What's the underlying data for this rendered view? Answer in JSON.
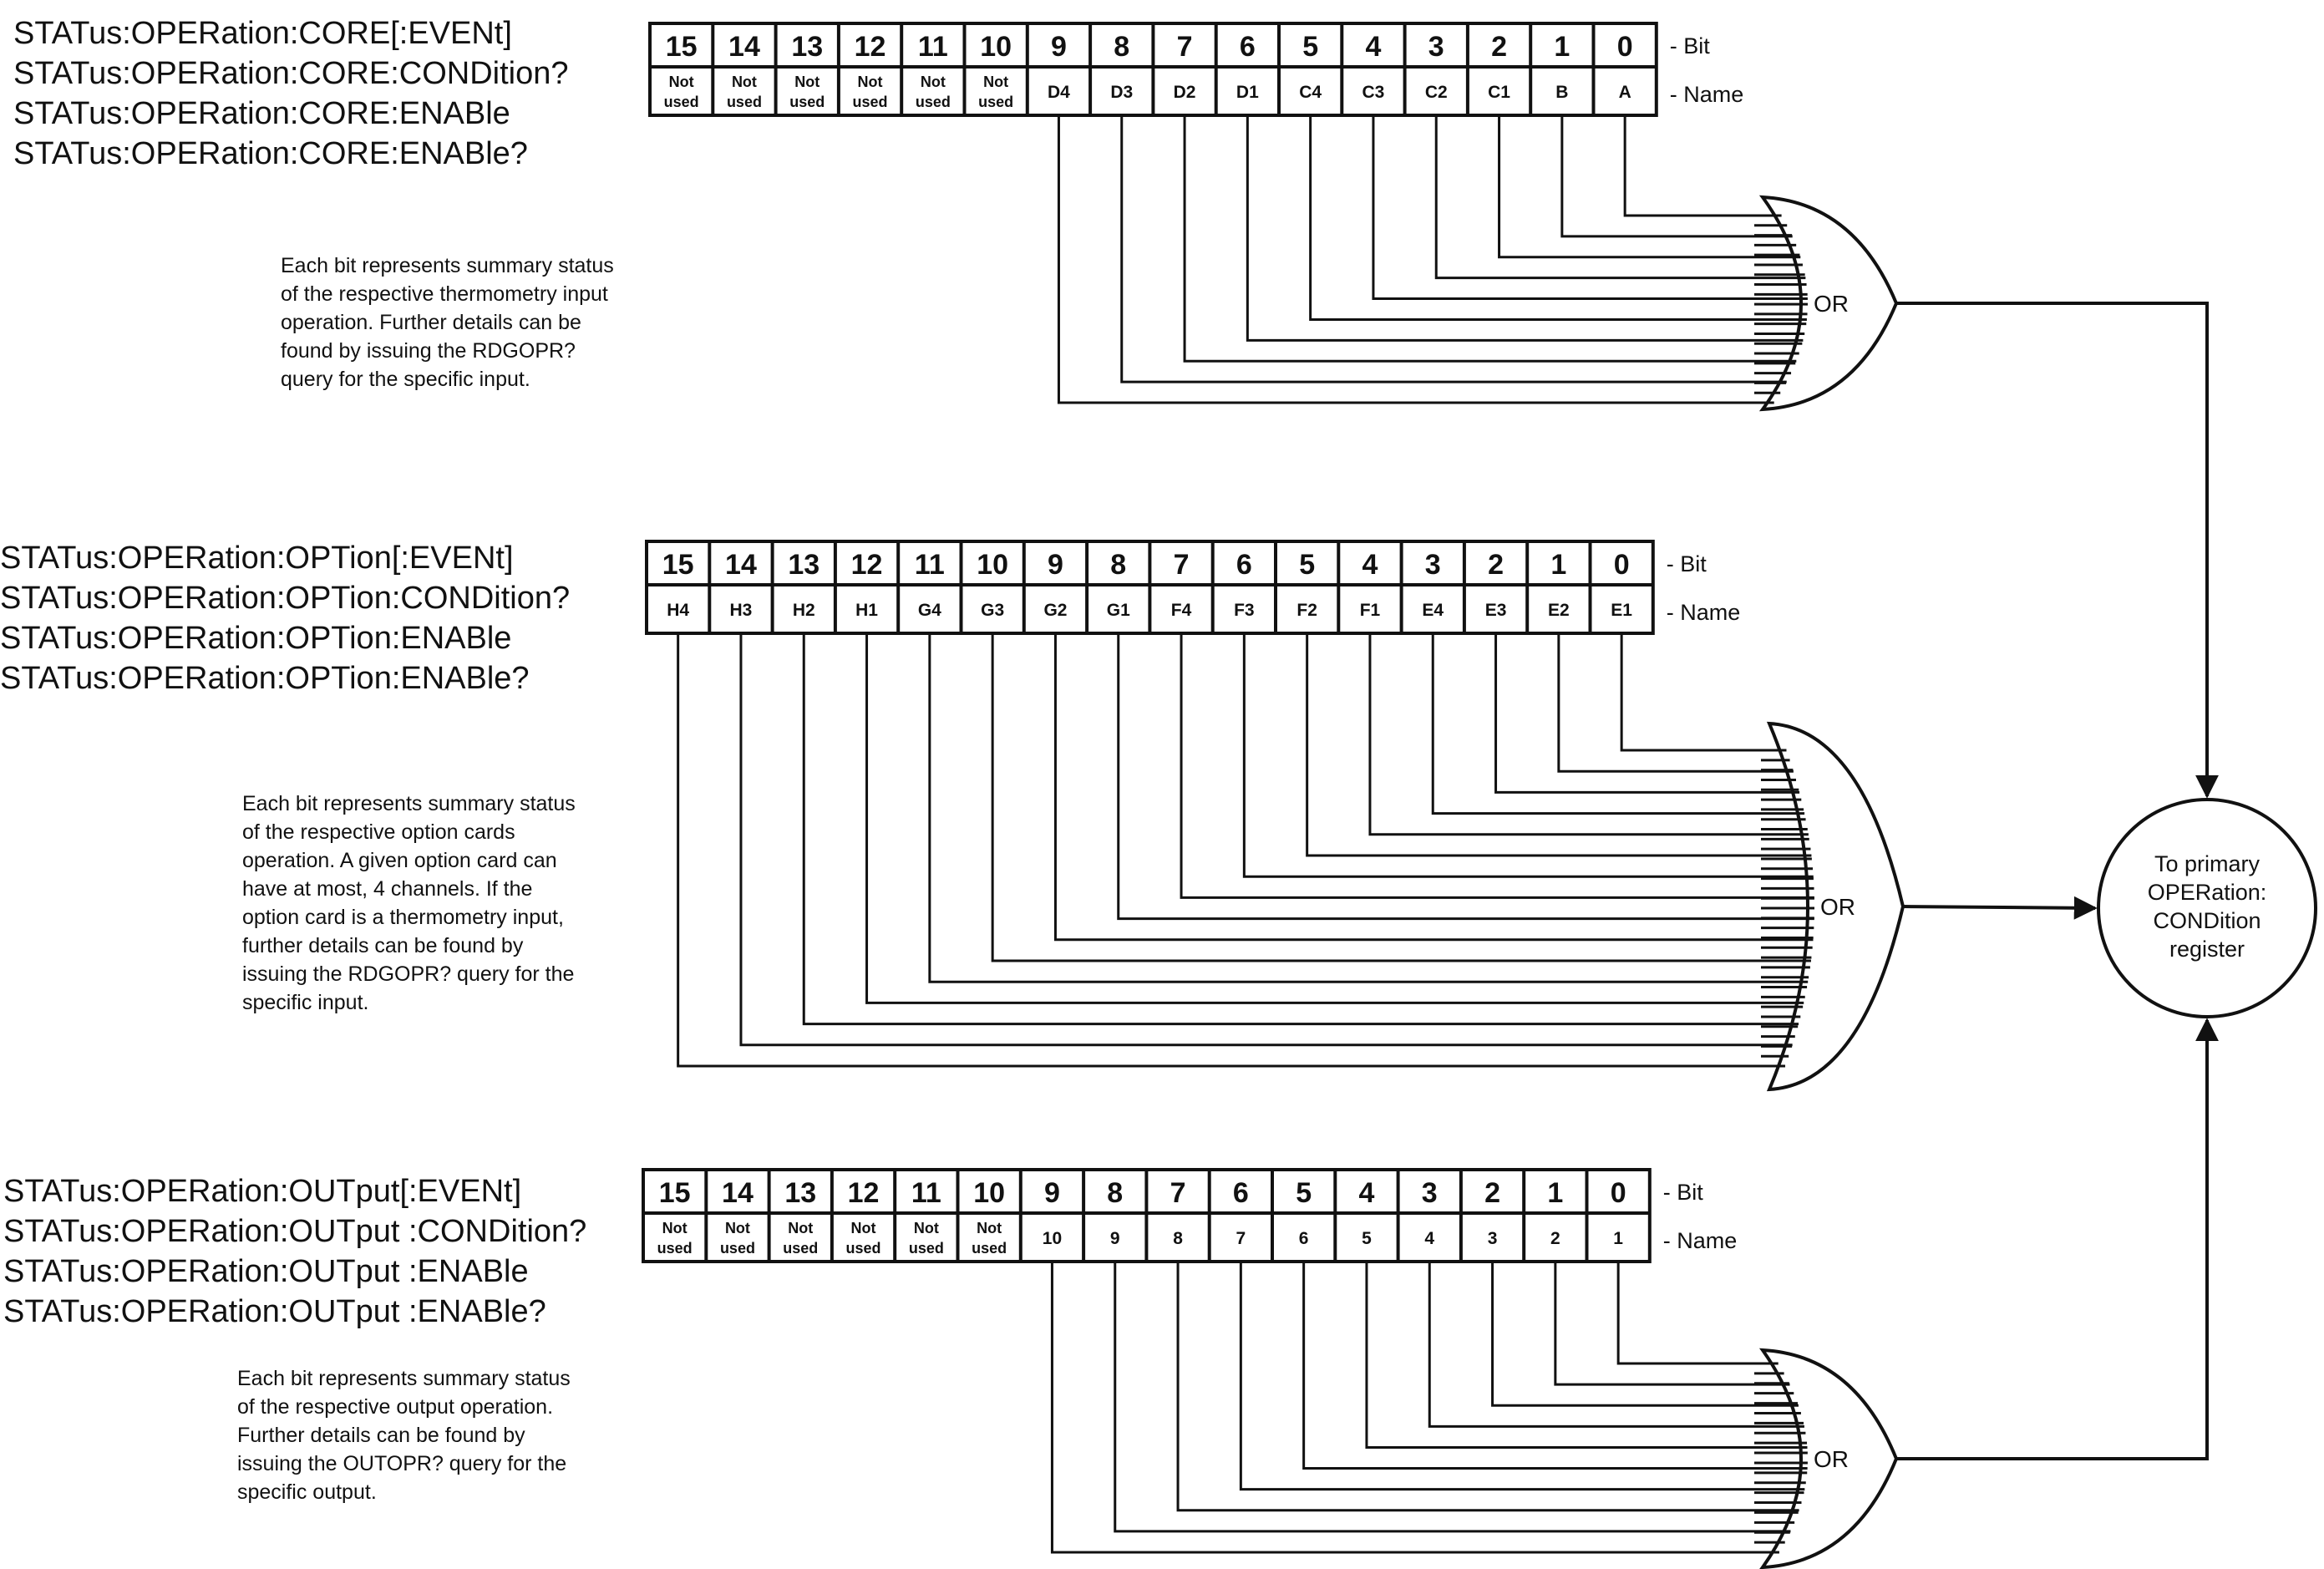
{
  "registers": [
    {
      "id": "core",
      "commands": [
        "STATus:OPERation:CORE[:EVENt]",
        "STATus:OPERation:CORE:CONDition?",
        "STATus:OPERation:CORE:ENABle",
        "STATus:OPERation:CORE:ENABle?"
      ],
      "bits": [
        {
          "bit": "15",
          "name": [
            "Not",
            "used"
          ]
        },
        {
          "bit": "14",
          "name": [
            "Not",
            "used"
          ]
        },
        {
          "bit": "13",
          "name": [
            "Not",
            "used"
          ]
        },
        {
          "bit": "12",
          "name": [
            "Not",
            "used"
          ]
        },
        {
          "bit": "11",
          "name": [
            "Not",
            "used"
          ]
        },
        {
          "bit": "10",
          "name": [
            "Not",
            "used"
          ]
        },
        {
          "bit": "9",
          "name": [
            "D4"
          ]
        },
        {
          "bit": "8",
          "name": [
            "D3"
          ]
        },
        {
          "bit": "7",
          "name": [
            "D2"
          ]
        },
        {
          "bit": "6",
          "name": [
            "D1"
          ]
        },
        {
          "bit": "5",
          "name": [
            "C4"
          ]
        },
        {
          "bit": "4",
          "name": [
            "C3"
          ]
        },
        {
          "bit": "3",
          "name": [
            "C2"
          ]
        },
        {
          "bit": "2",
          "name": [
            "C1"
          ]
        },
        {
          "bit": "1",
          "name": [
            "B"
          ]
        },
        {
          "bit": "0",
          "name": [
            "A"
          ]
        }
      ],
      "used_count": 10,
      "description": [
        "Each bit represents summary status",
        "of the respective thermometry input",
        "operation. Further details can be",
        "found by issuing the RDGOPR?",
        "query for the specific input."
      ],
      "gate_label": "OR"
    },
    {
      "id": "option",
      "commands": [
        "STATus:OPERation:OPTion[:EVENt]",
        "STATus:OPERation:OPTion:CONDition?",
        "STATus:OPERation:OPTion:ENABle",
        "STATus:OPERation:OPTion:ENABle?"
      ],
      "bits": [
        {
          "bit": "15",
          "name": [
            "H4"
          ]
        },
        {
          "bit": "14",
          "name": [
            "H3"
          ]
        },
        {
          "bit": "13",
          "name": [
            "H2"
          ]
        },
        {
          "bit": "12",
          "name": [
            "H1"
          ]
        },
        {
          "bit": "11",
          "name": [
            "G4"
          ]
        },
        {
          "bit": "10",
          "name": [
            "G3"
          ]
        },
        {
          "bit": "9",
          "name": [
            "G2"
          ]
        },
        {
          "bit": "8",
          "name": [
            "G1"
          ]
        },
        {
          "bit": "7",
          "name": [
            "F4"
          ]
        },
        {
          "bit": "6",
          "name": [
            "F3"
          ]
        },
        {
          "bit": "5",
          "name": [
            "F2"
          ]
        },
        {
          "bit": "4",
          "name": [
            "F1"
          ]
        },
        {
          "bit": "3",
          "name": [
            "E4"
          ]
        },
        {
          "bit": "2",
          "name": [
            "E3"
          ]
        },
        {
          "bit": "1",
          "name": [
            "E2"
          ]
        },
        {
          "bit": "0",
          "name": [
            "E1"
          ]
        }
      ],
      "used_count": 16,
      "description": [
        "Each bit represents summary status",
        "of the respective option cards",
        "operation. A given option card can",
        "have at most, 4 channels. If the",
        "option card is a thermometry input,",
        "further details can be found by",
        "issuing the RDGOPR? query for the",
        "specific input."
      ],
      "gate_label": "OR"
    },
    {
      "id": "output",
      "commands": [
        "STATus:OPERation:OUTput[:EVENt]",
        "STATus:OPERation:OUTput :CONDition?",
        "STATus:OPERation:OUTput :ENABle",
        "STATus:OPERation:OUTput :ENABle?"
      ],
      "bits": [
        {
          "bit": "15",
          "name": [
            "Not",
            "used"
          ]
        },
        {
          "bit": "14",
          "name": [
            "Not",
            "used"
          ]
        },
        {
          "bit": "13",
          "name": [
            "Not",
            "used"
          ]
        },
        {
          "bit": "12",
          "name": [
            "Not",
            "used"
          ]
        },
        {
          "bit": "11",
          "name": [
            "Not",
            "used"
          ]
        },
        {
          "bit": "10",
          "name": [
            "Not",
            "used"
          ]
        },
        {
          "bit": "9",
          "name": [
            "10"
          ]
        },
        {
          "bit": "8",
          "name": [
            "9"
          ]
        },
        {
          "bit": "7",
          "name": [
            "8"
          ]
        },
        {
          "bit": "6",
          "name": [
            "7"
          ]
        },
        {
          "bit": "5",
          "name": [
            "6"
          ]
        },
        {
          "bit": "4",
          "name": [
            "5"
          ]
        },
        {
          "bit": "3",
          "name": [
            "4"
          ]
        },
        {
          "bit": "2",
          "name": [
            "3"
          ]
        },
        {
          "bit": "1",
          "name": [
            "2"
          ]
        },
        {
          "bit": "0",
          "name": [
            "1"
          ]
        }
      ],
      "used_count": 10,
      "description": [
        "Each bit represents summary status",
        "of the respective output operation.",
        "Further details can be found by",
        "issuing the OUTOPR? query for the",
        "specific output."
      ],
      "gate_label": "OR"
    }
  ],
  "row_labels": {
    "bit": "- Bit",
    "name": "- Name"
  },
  "target": {
    "lines": [
      "To primary",
      "OPERation:",
      "CONDition",
      "register"
    ]
  }
}
